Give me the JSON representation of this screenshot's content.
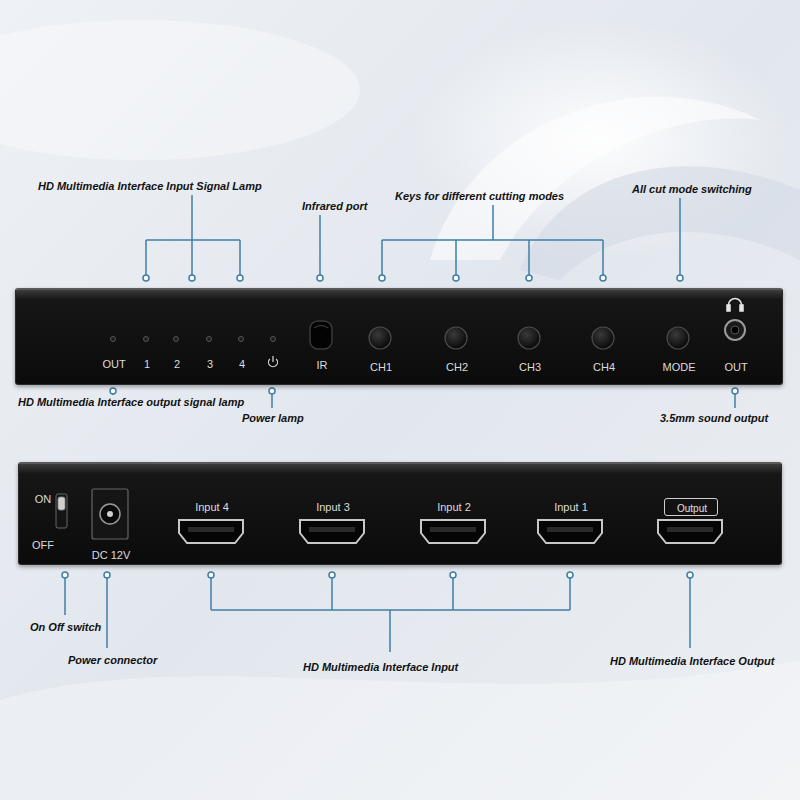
{
  "diagram": {
    "nodes": [
      {
        "text": [
          "OUT",
          "1",
          "2",
          "3",
          "4",
          "IR",
          "CH1",
          "CH2",
          "CH3",
          "CH4",
          "MODE",
          "OUT"
        ]
      },
      {
        "text": [
          "ON",
          "OFF",
          "DC 12V",
          "Input 4",
          "Input 3",
          "Input 2",
          "Input 1"
        ]
      },
      {
        "text": [
          "Output"
        ],
        "in": 1
      }
    ],
    "labels": [
      "HD Multimedia Interface Input Signal Lamp",
      "Infrared port",
      "Keys for different cutting modes",
      "All cut mode switching",
      "HD Multimedia Interface output signal lamp",
      "Power lamp",
      "3.5mm sound output",
      "On Off switch",
      "Power connector",
      "HD Multimedia Interface Input",
      "HD Multimedia Interface Output"
    ]
  }
}
